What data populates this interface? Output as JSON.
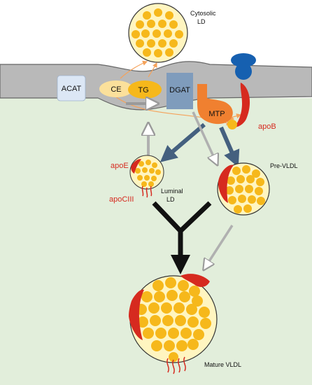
{
  "labels": {
    "cytosolic_ld_line1": "Cytosolic",
    "cytosolic_ld_line2": "LD",
    "acat": "ACAT",
    "ce": "CE",
    "tg": "TG",
    "dgat": "DGAT",
    "mtp": "MTP",
    "apob": "apoB",
    "apoe": "apoE",
    "apociii": "apoCIII",
    "luminal_ld_line1": "Luminal",
    "luminal_ld_line2": "LD",
    "pre_vldl": "Pre-VLDL",
    "mature_vldl": "Mature VLDL"
  },
  "colors": {
    "lumen": "#e2eedb",
    "membrane": "#b9b9b9",
    "droplet": "#f6b81b",
    "droplet_bg": "#fff5c0",
    "apoprotein": "#d62a1f",
    "mtp": "#f08030",
    "dgat": "#7f9cbc",
    "acat": "#dce7f5",
    "ribosome": "#1660b0",
    "arrow_dark": "#44607f",
    "arrow_black": "#111111"
  }
}
